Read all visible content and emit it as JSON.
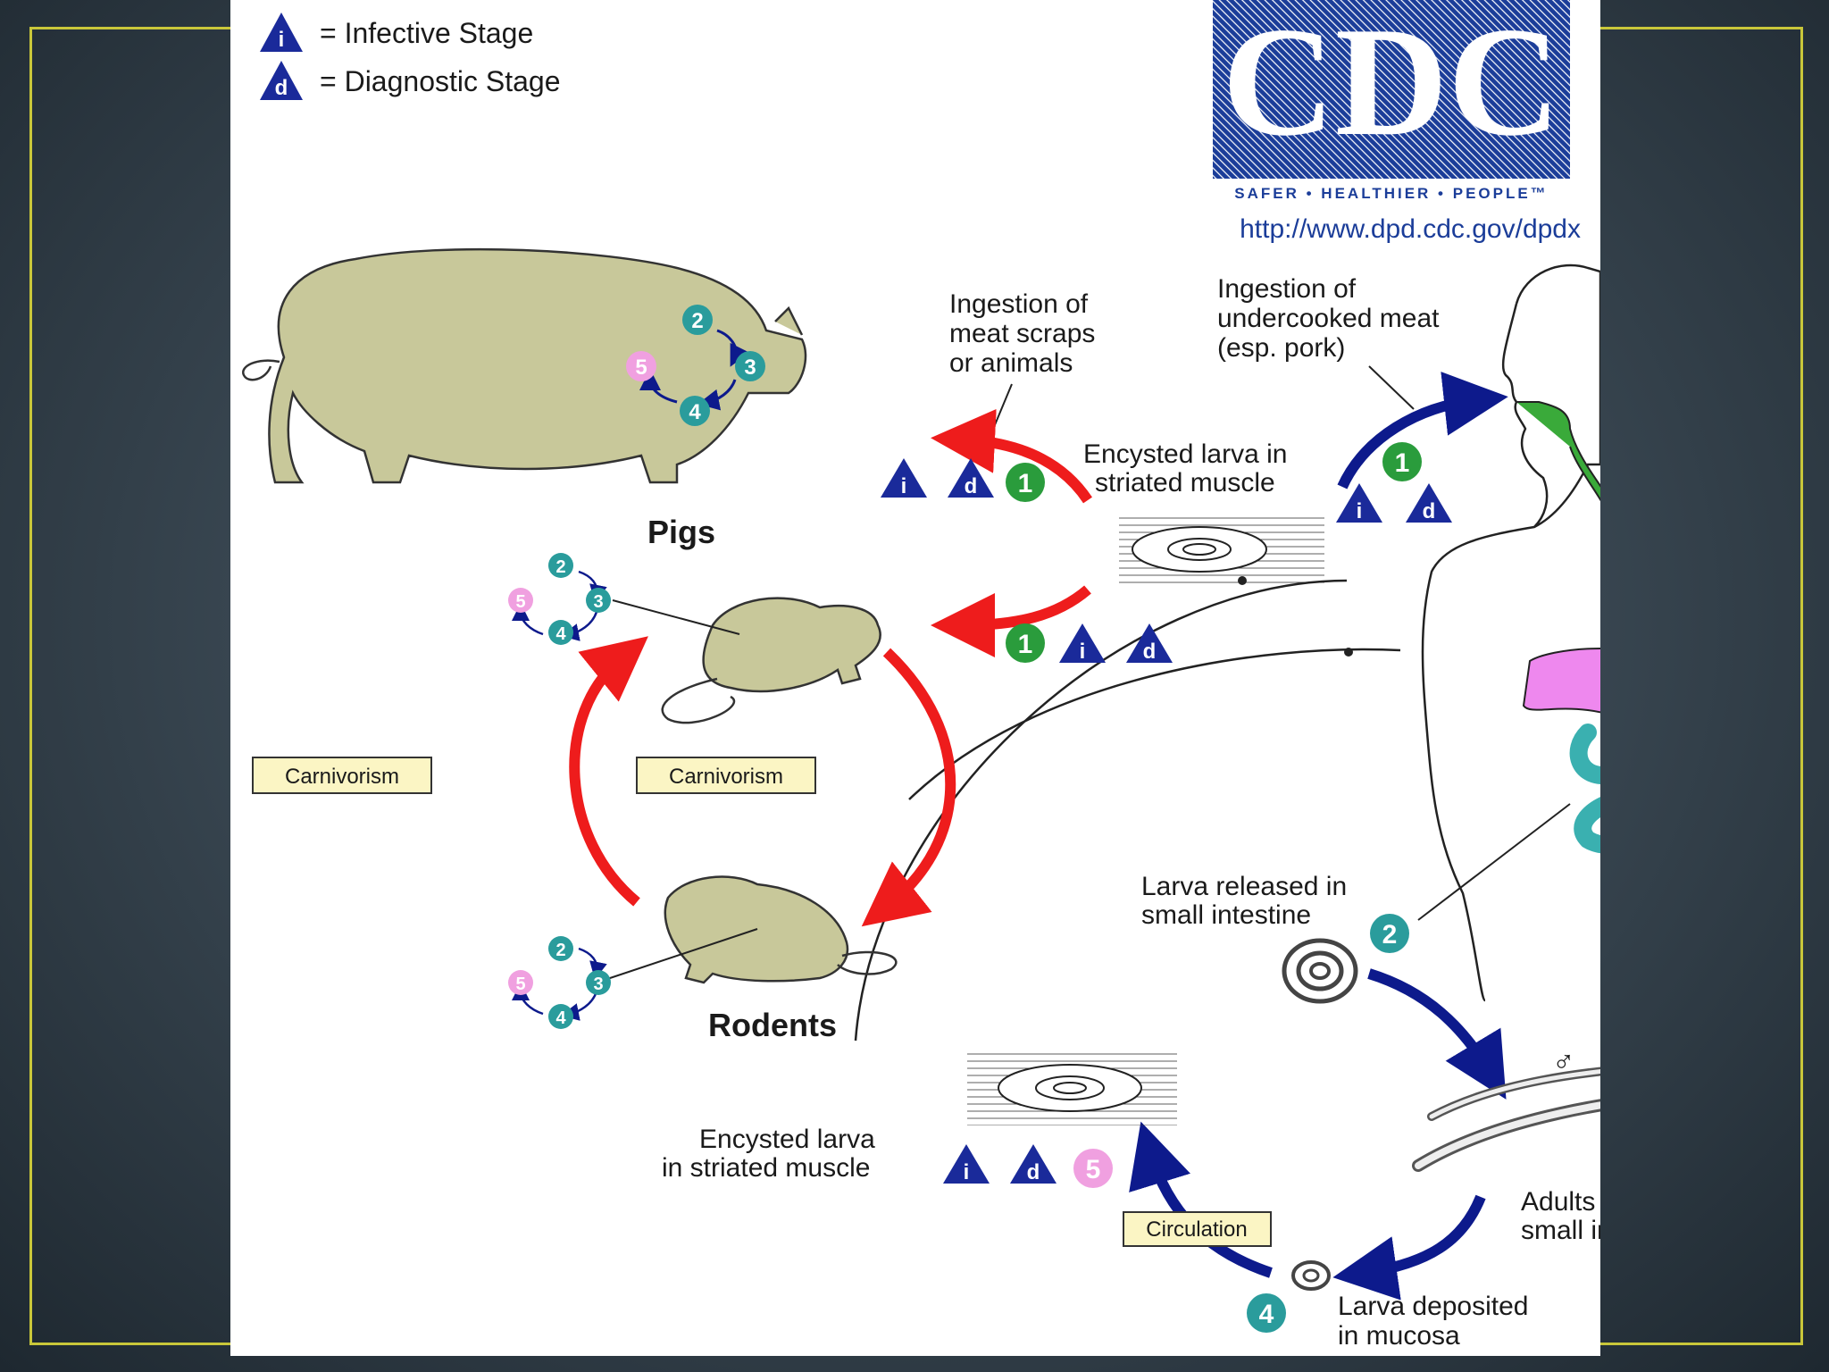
{
  "legend": {
    "infective": {
      "glyph": "i",
      "text": "= Infective Stage"
    },
    "diagnostic": {
      "glyph": "d",
      "text": "= Diagnostic Stage"
    }
  },
  "logo": {
    "letters": "CDC",
    "tagline": "SAFER • HEALTHIER • PEOPLE™",
    "url": "http://www.dpd.cdc.gov/dpdx"
  },
  "hosts": {
    "pigs": "Pigs",
    "rodents": "Rodents"
  },
  "labels": {
    "ingestion_scraps": [
      "Ingestion of",
      "meat scraps",
      "or animals"
    ],
    "ingestion_meat": [
      "Ingestion of",
      "undercooked meat",
      "(esp. pork)"
    ],
    "encysted_top": [
      "Encysted larva in",
      "striated muscle"
    ],
    "encysted_bottom": [
      "Encysted larva",
      "in striated muscle"
    ],
    "larva_released": [
      "Larva released in",
      "small intestine"
    ],
    "adults": [
      "Adults in",
      "small intestine"
    ],
    "larva_deposited": [
      "Larva deposited",
      "in mucosa"
    ],
    "carnivorism_left": "Carnivorism",
    "carnivorism_right": "Carnivorism",
    "circulation": "Circulation",
    "male_symbol": "♂",
    "female_symbol": "♀"
  },
  "stages": {
    "s1": "1",
    "s2": "2",
    "s3": "3",
    "s4": "4",
    "s5": "5",
    "glyph_i": "i",
    "glyph_d": "d"
  },
  "colors": {
    "red_arrow": "#ee1c1c",
    "blue_arrow": "#0d1a8c",
    "stage_green": "#2a9c3c",
    "stage_teal": "#2a9c9c",
    "stage_pink": "#f0a0e0",
    "triangle": "#1a2a9a",
    "animal": "#c8c89a",
    "gut": "#3aaa3a",
    "liver": "#ee88ee",
    "intestine": "#3ab0b0",
    "label_box": "#fbf5c4",
    "cdc_blue": "#1b3d99"
  }
}
